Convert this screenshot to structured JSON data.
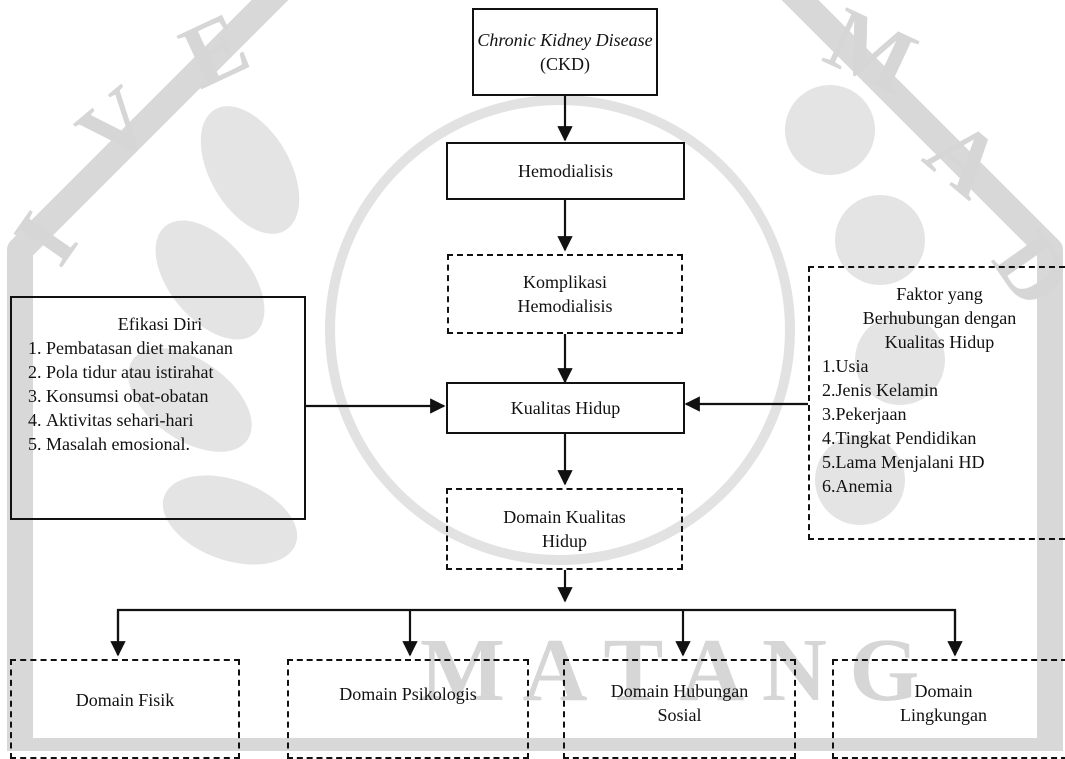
{
  "nodes": {
    "ckd": {
      "title_italic": "Chronic Kidney Disease",
      "title_rest": "(CKD)"
    },
    "hemodialisis": {
      "label": "Hemodialisis"
    },
    "komplikasi": {
      "line1": "Komplikasi",
      "line2": "Hemodialisis"
    },
    "kualitas": {
      "label": "Kualitas Hidup"
    },
    "domain_kualitas": {
      "line1": "Domain Kualitas",
      "line2": "Hidup"
    },
    "efikasi": {
      "title": "Efikasi Diri",
      "items": [
        {
          "num": "1.",
          "text": "Pembatasan diet makanan"
        },
        {
          "num": "2.",
          "text": "Pola tidur atau istirahat"
        },
        {
          "num": "3.",
          "text": "Konsumsi obat-obatan"
        },
        {
          "num": "4.",
          "text": "Aktivitas sehari-hari"
        },
        {
          "num": "5.",
          "text": "Masalah emosional."
        }
      ]
    },
    "faktor": {
      "title_line1": "Faktor yang",
      "title_line2": "Berhubungan dengan",
      "title_line3": "Kualitas Hidup",
      "items": [
        {
          "num": "1.",
          "text": "Usia"
        },
        {
          "num": "2.",
          "text": "Jenis Kelamin"
        },
        {
          "num": "3.",
          "text": "Pekerjaan"
        },
        {
          "num": "4.",
          "text": "Tingkat Pendidikan"
        },
        {
          "num": "5.",
          "text": "Lama Menjalani HD"
        },
        {
          "num": "6.",
          "text": "Anemia"
        }
      ]
    },
    "domains": [
      {
        "line1": "Domain Fisik",
        "line2": ""
      },
      {
        "line1": "Domain Psikologis",
        "line2": ""
      },
      {
        "line1": "Domain Hubungan",
        "line2": "Sosial"
      },
      {
        "line1": "Domain",
        "line2": "Lingkungan"
      }
    ]
  },
  "colors": {
    "line": "#111111",
    "watermark": "#d9d9d9"
  }
}
